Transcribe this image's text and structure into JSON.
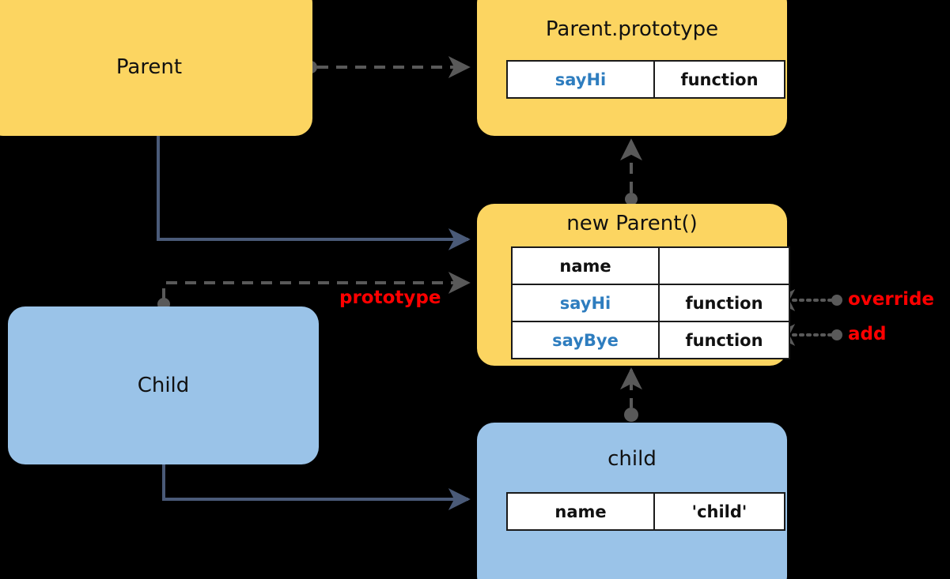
{
  "diagram": {
    "title_hidden": "JavaScript prototype inheritance diagram",
    "background": "#000000",
    "colors": {
      "constructor_box": "#FCD561",
      "instance_box": "#9AC3E8",
      "solid_edge": "#4A5A78",
      "dashed_edge": "#595959",
      "key_accent": "#2E7DBF",
      "annotation": "#FF0000",
      "table_border": "#1A1A1A",
      "table_fill": "#FFFFFF"
    }
  },
  "nodes": {
    "parent": {
      "title": "Parent",
      "kind": "constructor",
      "color": "#FCD561"
    },
    "parent_prototype": {
      "title": "Parent.prototype",
      "kind": "prototype",
      "color": "#FCD561",
      "rows": [
        {
          "key": "sayHi",
          "value": "function",
          "key_style": "accent"
        }
      ]
    },
    "new_parent": {
      "title": "new Parent()",
      "kind": "instance",
      "color": "#FCD561",
      "rows": [
        {
          "key": "name",
          "value": "",
          "key_style": "plain"
        },
        {
          "key": "sayHi",
          "value": "function",
          "key_style": "accent"
        },
        {
          "key": "sayBye",
          "value": "function",
          "key_style": "accent"
        }
      ]
    },
    "child": {
      "title": "Child",
      "kind": "constructor",
      "color": "#9AC3E8"
    },
    "child_instance": {
      "title": "child",
      "kind": "instance",
      "color": "#9AC3E8",
      "rows": [
        {
          "key": "name",
          "value": "'child'",
          "key_style": "plain"
        }
      ]
    }
  },
  "edge_labels": {
    "prototype": "prototype",
    "override": "override",
    "add": "add"
  }
}
